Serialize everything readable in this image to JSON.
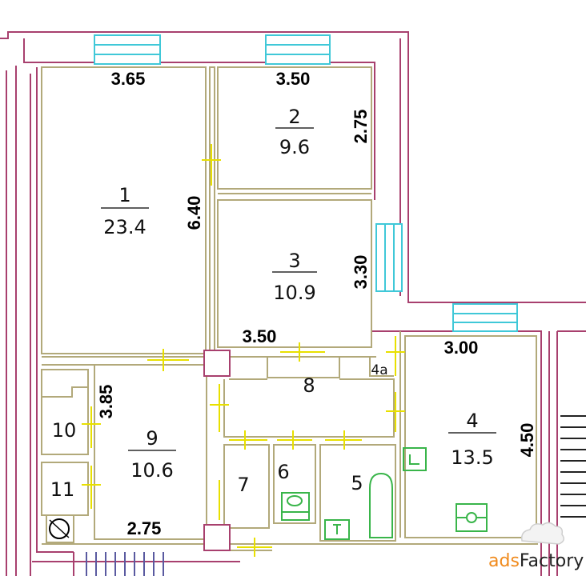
{
  "dimensions": {
    "room1_width": "3.65",
    "room2_width": "3.50",
    "room2_depth": "2.75",
    "room1_depth": "6.40",
    "room3_depth": "3.30",
    "room3_width": "3.50",
    "room4_width": "3.00",
    "room9_depth": "3.85",
    "room4_depth": "4.50",
    "room9_width": "2.75"
  },
  "rooms": [
    {
      "number": "1",
      "area": "23.4"
    },
    {
      "number": "2",
      "area": "9.6"
    },
    {
      "number": "3",
      "area": "10.9"
    },
    {
      "number": "4",
      "area": "13.5"
    },
    {
      "number": "5",
      "area": ""
    },
    {
      "number": "6",
      "area": ""
    },
    {
      "number": "7",
      "area": ""
    },
    {
      "number": "8",
      "area": ""
    },
    {
      "number": "9",
      "area": "10.6"
    },
    {
      "number": "10",
      "area": ""
    },
    {
      "number": "11",
      "area": ""
    },
    {
      "number": "4a",
      "area": ""
    }
  ],
  "watermark": {
    "part1": "ads",
    "part2": "Factory",
    "color1": "#f08a1c",
    "color2": "#222222"
  },
  "colors": {
    "outer_wall": "#a8406e",
    "inner_wall": "#b2a97a",
    "door": "#e8e000",
    "window": "#40c8d8",
    "fixture": "#39b54a"
  }
}
